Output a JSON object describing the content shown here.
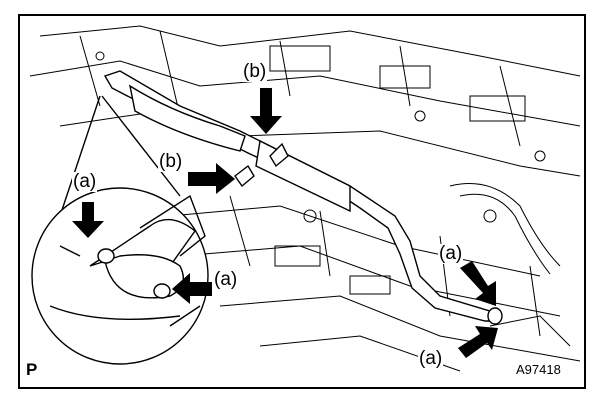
{
  "corner_mark": "P",
  "figure_id": "A97418",
  "callouts": {
    "a_detail_top": "(a)",
    "a_detail_right": "(a)",
    "b_upper": "(b)",
    "b_lower": "(b)",
    "a_rear_upper": "(a)",
    "a_rear_lower": "(a)"
  },
  "icons": [
    "arrow-icon",
    "exhaust-pipe-icon",
    "detail-magnifier-icon"
  ]
}
